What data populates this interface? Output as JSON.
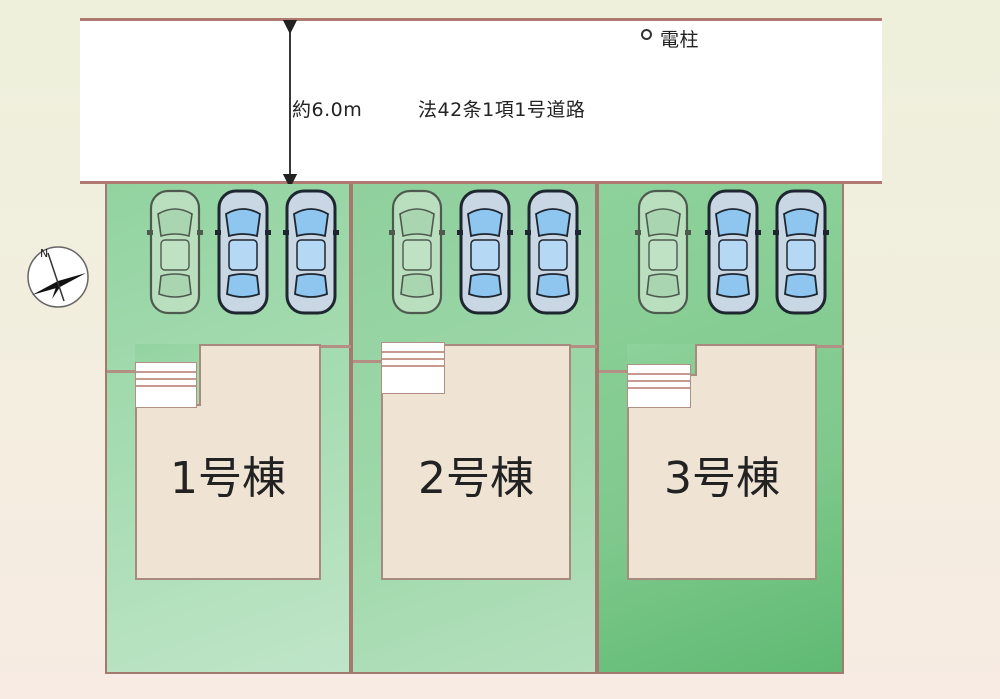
{
  "road": {
    "width_label": "約6.0m",
    "class_label": "法42条1項1号道路",
    "pole_label": "電柱"
  },
  "compass": {
    "north_label": "N"
  },
  "lots": [
    {
      "label": "1号棟"
    },
    {
      "label": "2号棟"
    },
    {
      "label": "3号棟"
    }
  ],
  "colors": {
    "boundary": "#b07a72",
    "house_fill": "#efe3d4",
    "lot_green": "#8fd09d",
    "car_existing": "#6b7a6b",
    "car_planned_glass": "#8ec6f0"
  }
}
